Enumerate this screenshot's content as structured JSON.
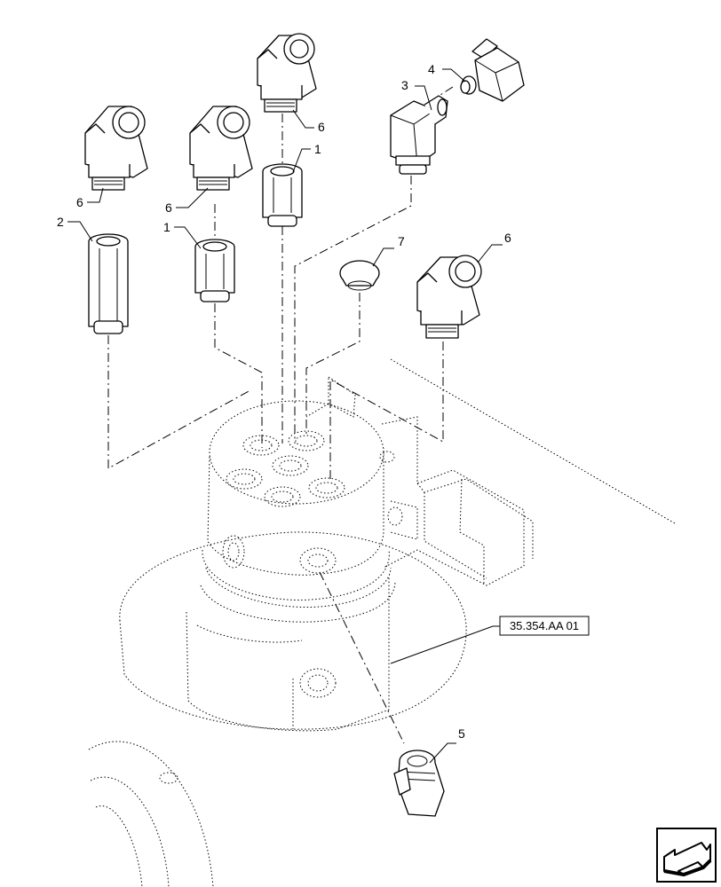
{
  "callouts": {
    "c1a": "1",
    "c1b": "1",
    "c2": "2",
    "c3": "3",
    "c4": "4",
    "c5": "5",
    "c6a": "6",
    "c6b": "6",
    "c6c": "6",
    "c6d": "6",
    "c7": "7"
  },
  "reference": "35.354.AA 01",
  "icons": {
    "corner": "next-page-arrow-icon"
  }
}
